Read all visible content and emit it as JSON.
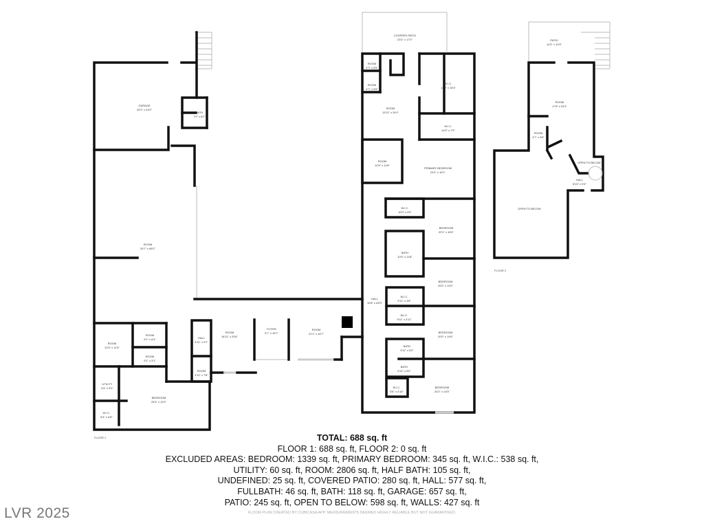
{
  "floor1": {
    "label": "FLOOR 1",
    "rooms": [
      {
        "name": "GARAGE",
        "dims": "32'0\" x 24'0\""
      },
      {
        "name": "BATH",
        "dims": "7'0\" x 8'2\""
      },
      {
        "name": "ROOM",
        "dims": "29'7\" x 66'2\""
      },
      {
        "name": "COVERED PATIO",
        "dims": "23'2\" x 17'0\""
      },
      {
        "name": "ROOM",
        "dims": "4'7\" x 5'6\""
      },
      {
        "name": "ROOM",
        "dims": "4'7\" x 5'6\""
      },
      {
        "name": "ROOM",
        "dims": "13'11\" x 24'0\""
      },
      {
        "name": "W.I.C.",
        "dims": "14'9\" x 16'4\""
      },
      {
        "name": "W.I.C.",
        "dims": "14'9\" x 7'0\""
      },
      {
        "name": "ROOM",
        "dims": "10'9\" x 11'8\""
      },
      {
        "name": "PRIMARY BEDROOM",
        "dims": "24'4\" x 16'1\""
      },
      {
        "name": "W.I.C.",
        "dims": "10'0\" x 5'0\""
      },
      {
        "name": "BEDROOM",
        "dims": "20'1\" x 18'4\""
      },
      {
        "name": "BATH",
        "dims": "10'0\" x 11'8\""
      },
      {
        "name": "BEDROOM",
        "dims": "20'0\" x 13'0\""
      },
      {
        "name": "HALL",
        "dims": "10'8\" x 63'9\""
      },
      {
        "name": "W.I.C.",
        "dims": "9'11\" x 4'8\""
      },
      {
        "name": "W.I.C.",
        "dims": "9'11\" x 4'11\""
      },
      {
        "name": "BEDROOM",
        "dims": "20'0\" x 14'6\""
      },
      {
        "name": "BATH",
        "dims": "9'11\" x 5'2\""
      },
      {
        "name": "BATH",
        "dims": "9'11\" x 5'0\""
      },
      {
        "name": "W.I.C.",
        "dims": "5'6\" x 4'10\""
      },
      {
        "name": "BEDROOM",
        "dims": "20'2\" x 14'5\""
      },
      {
        "name": "ROOM",
        "dims": "16'11\" x 20'6\""
      },
      {
        "name": "FOYER",
        "dims": "9'7\" x 16'7\""
      },
      {
        "name": "ROOM",
        "dims": "21'1\" x 16'7\""
      },
      {
        "name": "HALL",
        "dims": "4'11\" x 9'7\""
      },
      {
        "name": "ROOM",
        "dims": "4'11\" x 7'8\""
      },
      {
        "name": "ROOM",
        "dims": "9'1\" x 6'4\""
      },
      {
        "name": "ROOM",
        "dims": "10'3\" x 11'9\""
      },
      {
        "name": "ROOM",
        "dims": "9'1\" x 3'1\""
      },
      {
        "name": "UTILITY",
        "dims": "6'4\" x 9'2\""
      },
      {
        "name": "BEDROOM",
        "dims": "25'4\" x 10'2\""
      },
      {
        "name": "W.I.C.",
        "dims": "6'4\" x 6'8\""
      }
    ]
  },
  "floor2": {
    "label": "FLOOR 2",
    "rooms": [
      {
        "name": "PATIO",
        "dims": "14'3\" x 10'9\""
      },
      {
        "name": "ROOM",
        "dims": "17'8\" x 26'1\""
      },
      {
        "name": "ROOM",
        "dims": "4'7\" x 9'6\""
      },
      {
        "name": "OPEN TO BELOW",
        "dims": ""
      },
      {
        "name": "HALL",
        "dims": "8'10\" x 9'4\""
      },
      {
        "name": "OPEN TO BELOW",
        "dims": ""
      }
    ]
  },
  "summary": {
    "total": "TOTAL: 688 sq. ft",
    "lines": [
      "FLOOR 1: 688 sq. ft, FLOOR 2: 0 sq. ft",
      "EXCLUDED AREAS: BEDROOM: 1339 sq. ft, PRIMARY BEDROOM: 345 sq. ft, W.I.C.: 538 sq. ft,",
      "UTILITY: 60 sq. ft, ROOM: 2806 sq. ft, HALF BATH: 105 sq. ft,",
      "UNDEFINED: 25 sq. ft, COVERED PATIO: 280 sq. ft, HALL: 577 sq. ft,",
      "FULLBATH: 46 sq. ft, BATH: 118 sq. ft, GARAGE: 657 sq. ft,",
      "PATIO: 245 sq. ft, OPEN TO BELOW: 598 sq. ft, WALLS: 427 sq. ft"
    ]
  },
  "credit": "FLOOR PLAN CREATED BY CUBICASA APP. MEASUREMENTS DEEMED HIGHLY RELIABLE BUT NOT GUARANTEED.",
  "watermark": "LVR 2025"
}
